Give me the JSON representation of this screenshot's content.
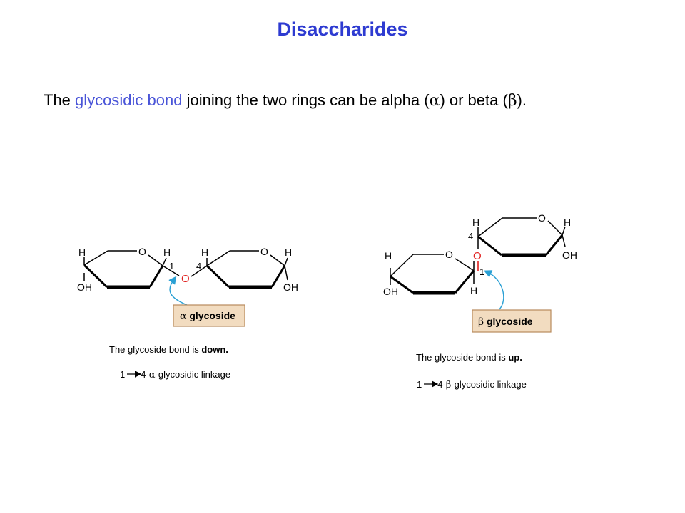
{
  "title": "Disaccharides",
  "intro": {
    "pre": "The ",
    "term": "glycosidic bond",
    "mid": " joining the two rings can be alpha (",
    "alpha_symbol": "α",
    "or_text": ") or beta (",
    "beta_symbol": "β",
    "end": ")."
  },
  "alpha_panel": {
    "atom_labels": {
      "h": "H",
      "oh": "OH",
      "ring_o": "O",
      "bridge_o": "O",
      "c1": "1",
      "c4": "4"
    },
    "glycoside_symbol": "α",
    "glycoside_word": "glycoside",
    "bond_caption_pre": "The glycoside bond is ",
    "bond_caption_emph": "down.",
    "linkage_pre": "1",
    "linkage_mid": "4-",
    "linkage_symbol": "α",
    "linkage_post": "-glycosidic linkage"
  },
  "beta_panel": {
    "atom_labels": {
      "h": "H",
      "oh": "OH",
      "ring_o": "O",
      "bridge_o": "O",
      "c1": "1",
      "c4": "4"
    },
    "glycoside_symbol": "β",
    "glycoside_word": "glycoside",
    "bond_caption_pre": "The glycoside bond is ",
    "bond_caption_emph": "up.",
    "linkage_pre": "1",
    "linkage_mid": "4-",
    "linkage_symbol": "β",
    "linkage_post": "-glycosidic linkage"
  },
  "colors": {
    "title": "#2e3bd1",
    "highlight_term": "#4a55d8",
    "oxygen_bridge": "#e0201e",
    "callout_fill": "#f2dcc0",
    "callout_border": "#b88a5c",
    "arrow": "#2aa0d4",
    "ink": "#000000"
  }
}
